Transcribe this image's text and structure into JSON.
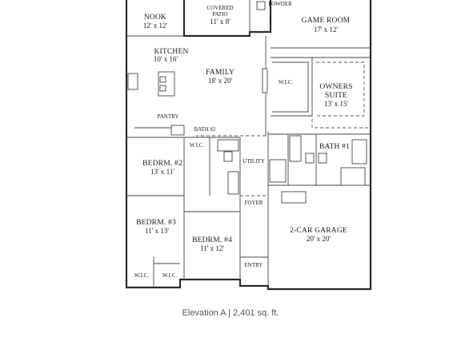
{
  "rooms": [
    {
      "id": "nook",
      "name": "NOOK",
      "dims": "12' x 12'"
    },
    {
      "id": "covered-patio",
      "name_lines": [
        "COVERED",
        "PATIO"
      ],
      "dims": "11' x 8'"
    },
    {
      "id": "powder",
      "name": "POWDER"
    },
    {
      "id": "game-room",
      "name": "GAME ROOM",
      "dims": "17' x 12'"
    },
    {
      "id": "kitchen",
      "name": "KITCHEN",
      "dims": "10' x 16'"
    },
    {
      "id": "family",
      "name": "FAMILY",
      "dims": "18' x 20'"
    },
    {
      "id": "wic-owners",
      "name": "W.I.C."
    },
    {
      "id": "owners-suite",
      "name_lines": [
        "OWNERS",
        "SUITE"
      ],
      "dims": "13' x 15'"
    },
    {
      "id": "pantry",
      "name": "PANTRY"
    },
    {
      "id": "bath-2",
      "name": "BATH #2"
    },
    {
      "id": "wic-bed2",
      "name": "W.I.C."
    },
    {
      "id": "bath-1",
      "name": "BATH #1"
    },
    {
      "id": "bedrm-2",
      "name": "BEDRM. #2",
      "dims": "13' x 11'"
    },
    {
      "id": "utility",
      "name": "UTILITY"
    },
    {
      "id": "foyer",
      "name": "FOYER"
    },
    {
      "id": "bedrm-3",
      "name": "BEDRM. #3",
      "dims": "11' x 13'"
    },
    {
      "id": "bedrm-4",
      "name": "BEDRM. #4",
      "dims": "11' x 12'"
    },
    {
      "id": "garage",
      "name": "2-CAR GARAGE",
      "dims": "20' x 20'"
    },
    {
      "id": "entry",
      "name": "ENTRY"
    },
    {
      "id": "wic-bed3a",
      "name": "W.I.C."
    },
    {
      "id": "wic-bed3b",
      "name": "W.I.C."
    }
  ],
  "caption": "Elevation A | 2,401 sq. ft."
}
